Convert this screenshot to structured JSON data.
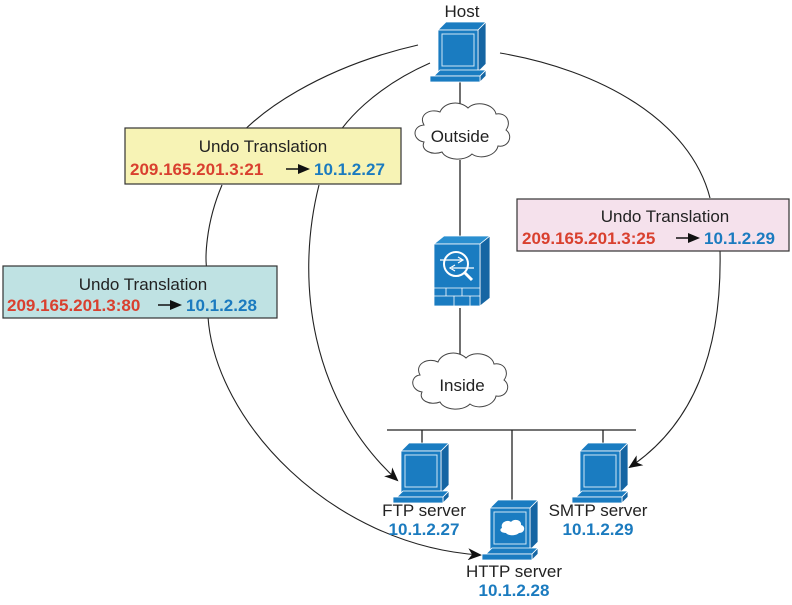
{
  "host": {
    "label": "Host"
  },
  "clouds": {
    "outside": {
      "label": "Outside"
    },
    "inside": {
      "label": "Inside"
    }
  },
  "firewall": {
    "icon": "security-appliance-icon"
  },
  "servers": [
    {
      "label": "FTP server",
      "ip": "10.1.2.27"
    },
    {
      "label": "HTTP server",
      "ip": "10.1.2.28"
    },
    {
      "label": "SMTP server",
      "ip": "10.1.2.29"
    }
  ],
  "translations": [
    {
      "title": "Undo Translation",
      "source": "209.165.201.3:21",
      "arrow": "→",
      "destination": "10.1.2.27",
      "color": "#f7f3b5"
    },
    {
      "title": "Undo Translation",
      "source": "209.165.201.3:80",
      "arrow": "→",
      "destination": "10.1.2.28",
      "color": "#bfe2e3"
    },
    {
      "title": "Undo Translation",
      "source": "209.165.201.3:25",
      "arrow": "→",
      "destination": "10.1.2.29",
      "color": "#f5e1ec"
    }
  ],
  "colors": {
    "device_blue": "#1a7cc1",
    "source_red": "#d9402f",
    "dest_blue": "#1b7bbf"
  }
}
